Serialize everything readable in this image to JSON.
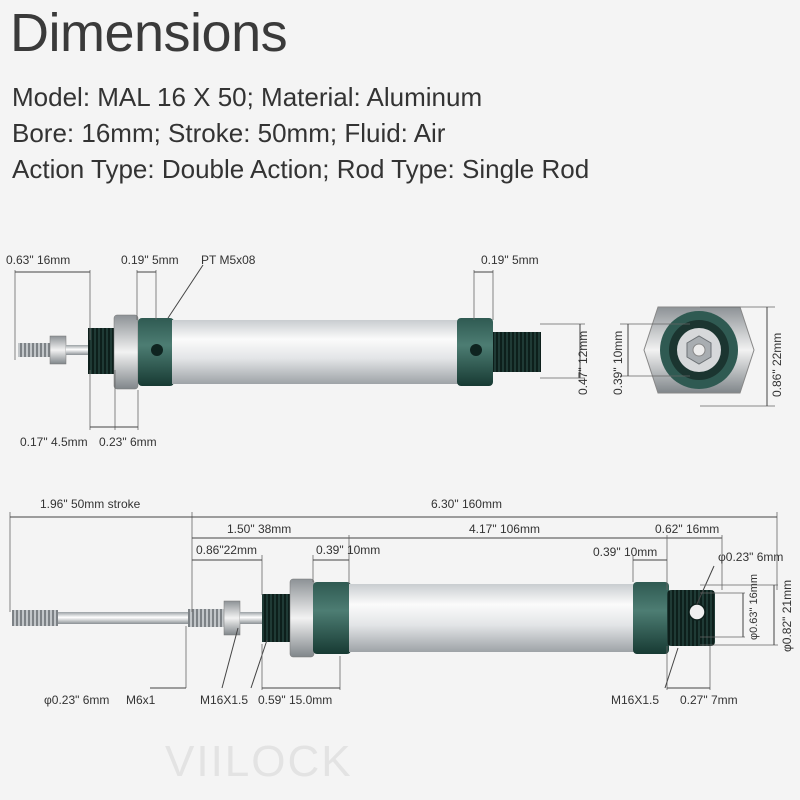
{
  "title": "Dimensions",
  "specs": {
    "line1": "Model: MAL 16 X 50; Material: Aluminum",
    "line2": "Bore: 16mm; Stroke: 50mm; Fluid: Air",
    "line3": "Action Type: Double Action; Rod Type: Single Rod"
  },
  "watermark": {
    "brand": "VIILOCK"
  },
  "top_view": {
    "rod_thread_length": "0.63\" 16mm",
    "cap_width_left": "0.19\" 5mm",
    "port": "PT M5x08",
    "cap_width_right": "0.19\" 5mm",
    "end_thread_dia": "0.47\" 12mm",
    "nut_thickness": "0.17\" 4.5mm",
    "neck_length": "0.23\" 6mm"
  },
  "end_view": {
    "inner_dia": "0.39\" 10mm",
    "outer_dia": "0.86\" 22mm"
  },
  "bottom_view": {
    "stroke_value": "1.96\" 50mm ",
    "stroke_word": "stroke",
    "total_length": "6.30\" 160mm",
    "front_length": "1.50\" 38mm",
    "body_length": "4.17\" 106mm",
    "clevis_length": "0.62\" 16mm",
    "front_thread_length": "0.86\"22mm",
    "front_cap": "0.39\" 10mm",
    "rear_cap": "0.39\" 10mm",
    "pin_hole": "φ0.23\" 6mm",
    "clevis_dia_inner": "φ0.63\" 16mm",
    "clevis_dia_outer": "φ0.82\" 21mm",
    "rod_dia": "φ0.23\" 6mm",
    "rod_thread": "M6x1",
    "front_mount_thread": "M16X1.5",
    "nut_width": "0.59\" 15.0mm",
    "rear_thread": "M16X1.5",
    "rear_thread_length": "0.27\" 7mm"
  }
}
